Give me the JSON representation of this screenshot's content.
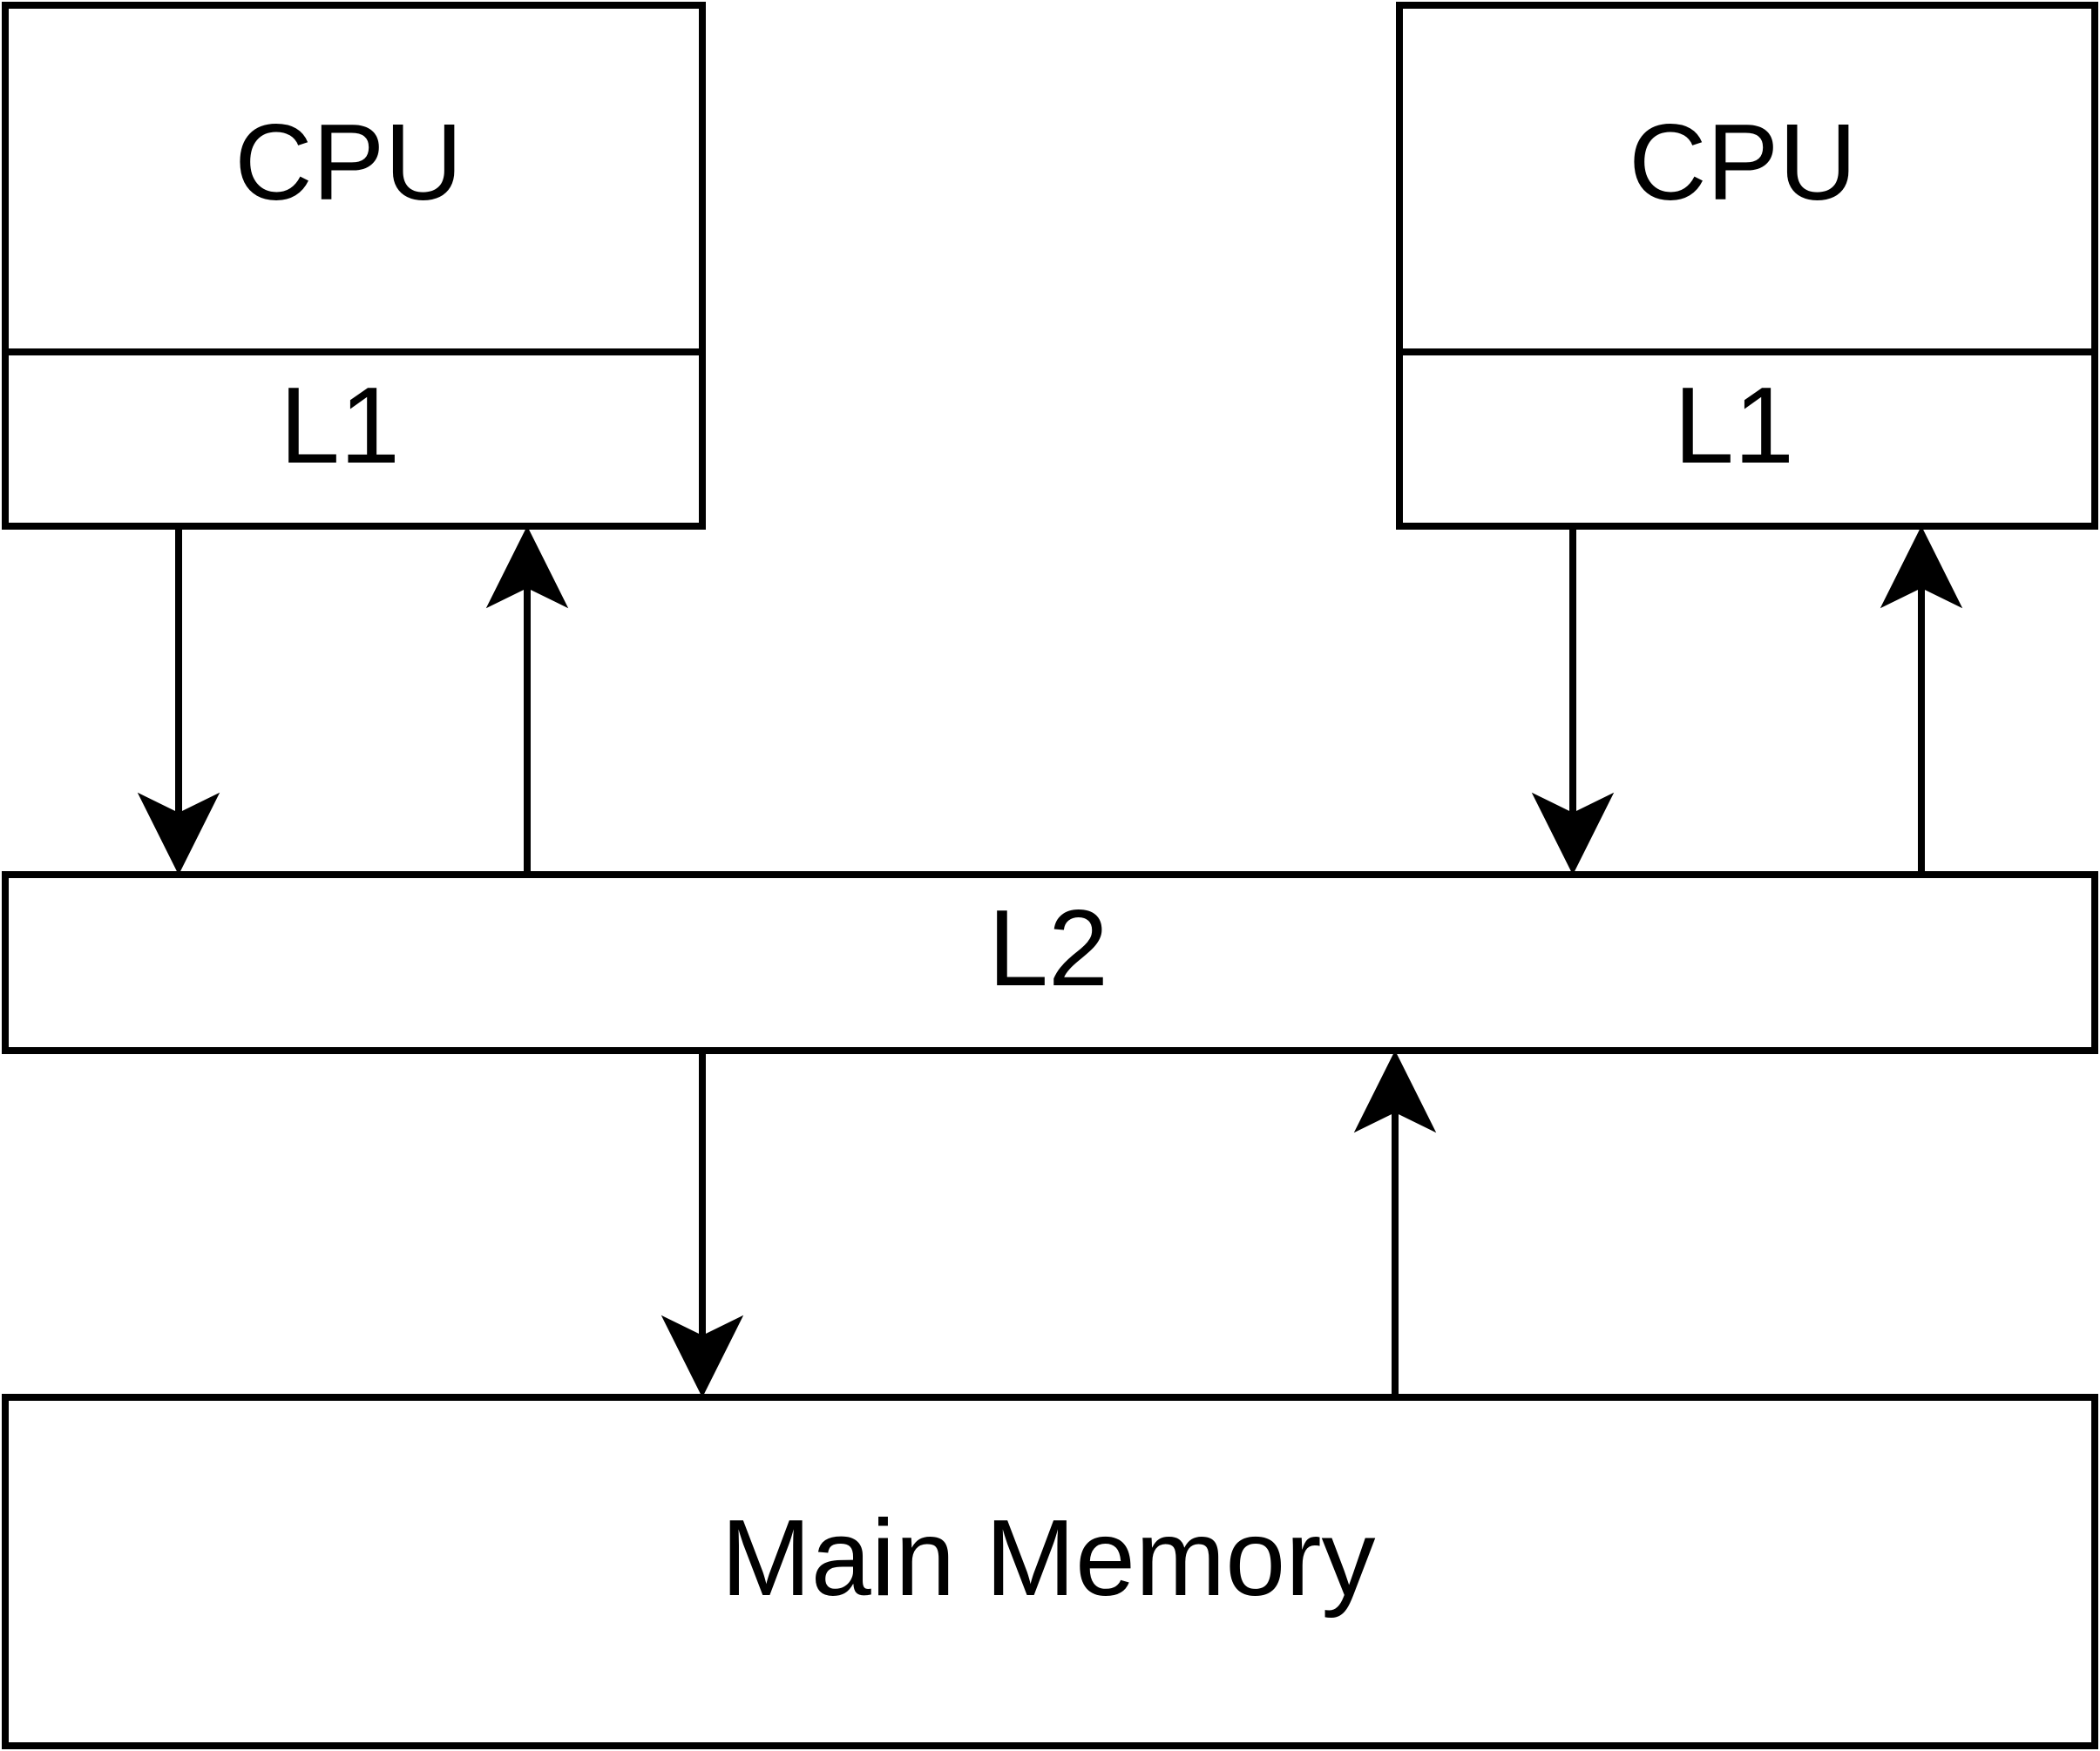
{
  "cpu_left": {
    "cpu_label": "CPU",
    "l1_label": "L1"
  },
  "cpu_right": {
    "cpu_label": "CPU",
    "l1_label": "L1"
  },
  "l2": {
    "label": "L2"
  },
  "main_memory": {
    "label": "Main Memory"
  },
  "colors": {
    "stroke": "#000000",
    "background": "#ffffff"
  }
}
